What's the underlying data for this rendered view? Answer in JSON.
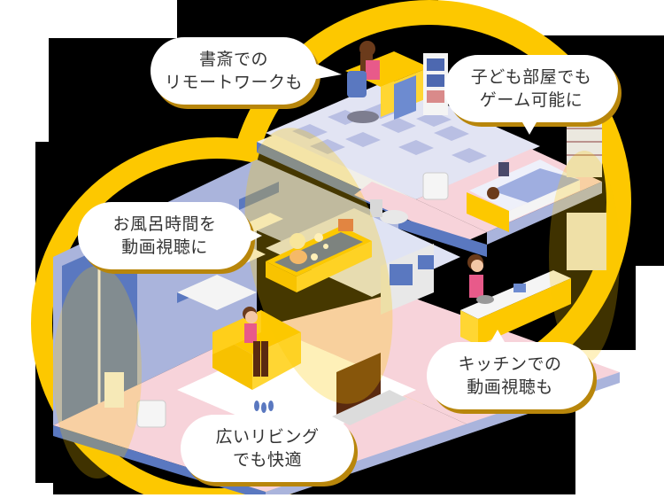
{
  "illustration": {
    "title": "Home Wi-Fi coverage illustration",
    "colors": {
      "accent_yellow": "#fdc800",
      "wall_blue": "#5a78c0",
      "wall_lavender": "#aab4dc",
      "floor_pink": "#f7d3da",
      "floor_checker_light": "#e2e4f3",
      "floor_checker_dark": "#b9bfe3",
      "bubble_bg": "#ffffff",
      "bubble_shadow": "#b8860b",
      "text": "#333333",
      "background_dark": "#000000",
      "background_light": "#ffffff"
    },
    "scenes": [
      {
        "id": "study",
        "icon": "woman-laptop-icon"
      },
      {
        "id": "kids-room",
        "icon": "child-tablet-bed-icon"
      },
      {
        "id": "bath",
        "icon": "bathtub-tv-icon"
      },
      {
        "id": "kitchen",
        "icon": "woman-cooking-tablet-icon"
      },
      {
        "id": "living",
        "icon": "man-sofa-tv-icon"
      }
    ]
  },
  "bubbles": {
    "study": {
      "line1": "書斎での",
      "line2": "リモートワークも"
    },
    "kids_room": {
      "line1": "子ども部屋でも",
      "line2": "ゲーム可能に"
    },
    "bath": {
      "line1": "お風呂時間を",
      "line2": "動画視聴に"
    },
    "kitchen": {
      "line1": "キッチンでの",
      "line2": "動画視聴も"
    },
    "living": {
      "line1": "広いリビング",
      "line2": "でも快適"
    }
  }
}
